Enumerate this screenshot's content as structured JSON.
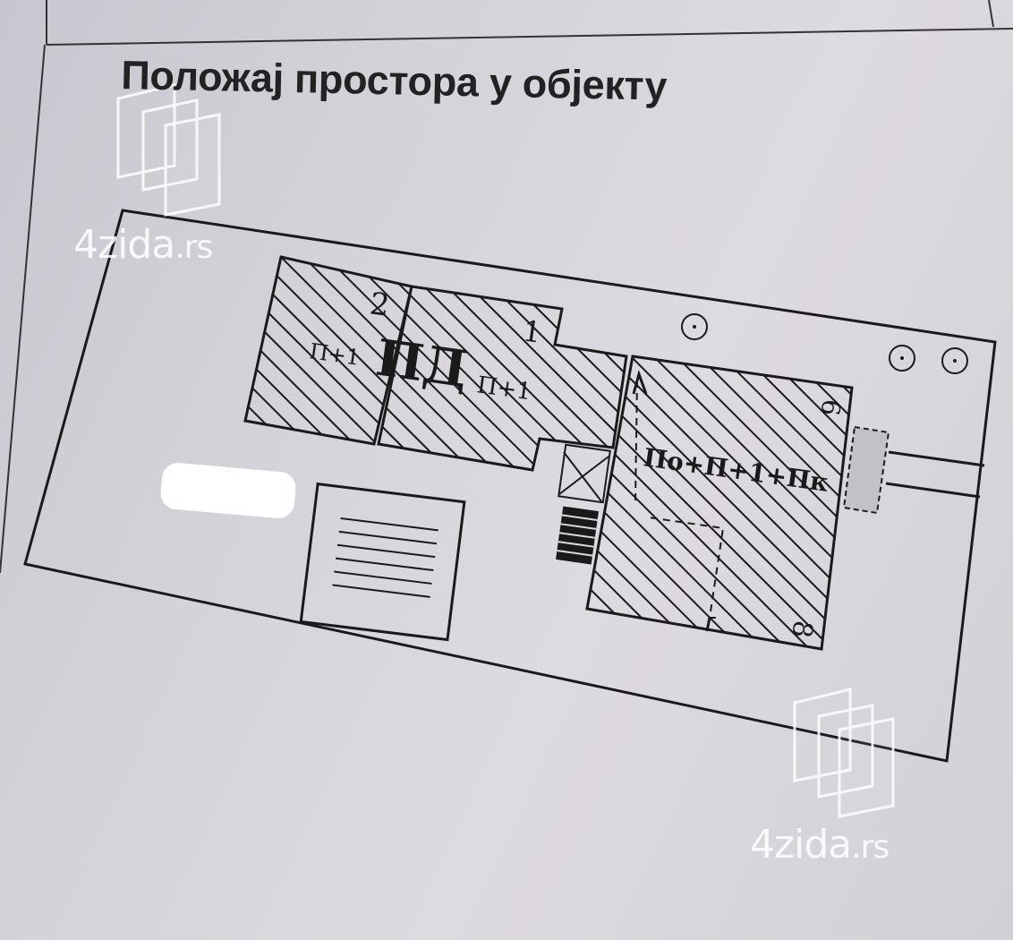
{
  "page": {
    "title": "Положај простора у објекту"
  },
  "plan": {
    "label_left_block": "П+1",
    "label_center": "ПД",
    "label_middle_block": "П+1",
    "label_right_block": "По+П+1+Пк",
    "number_left": "2",
    "number_middle": "1",
    "number_right_top": "6",
    "number_right_bottom": "8"
  },
  "watermarks": [
    {
      "brand": "4zida",
      "tld": ".rs"
    },
    {
      "brand": "4zida",
      "tld": ".rs"
    }
  ],
  "colors": {
    "paper": "#d6d3da",
    "ink": "#1a1a1a",
    "watermark": "#ffffff"
  }
}
